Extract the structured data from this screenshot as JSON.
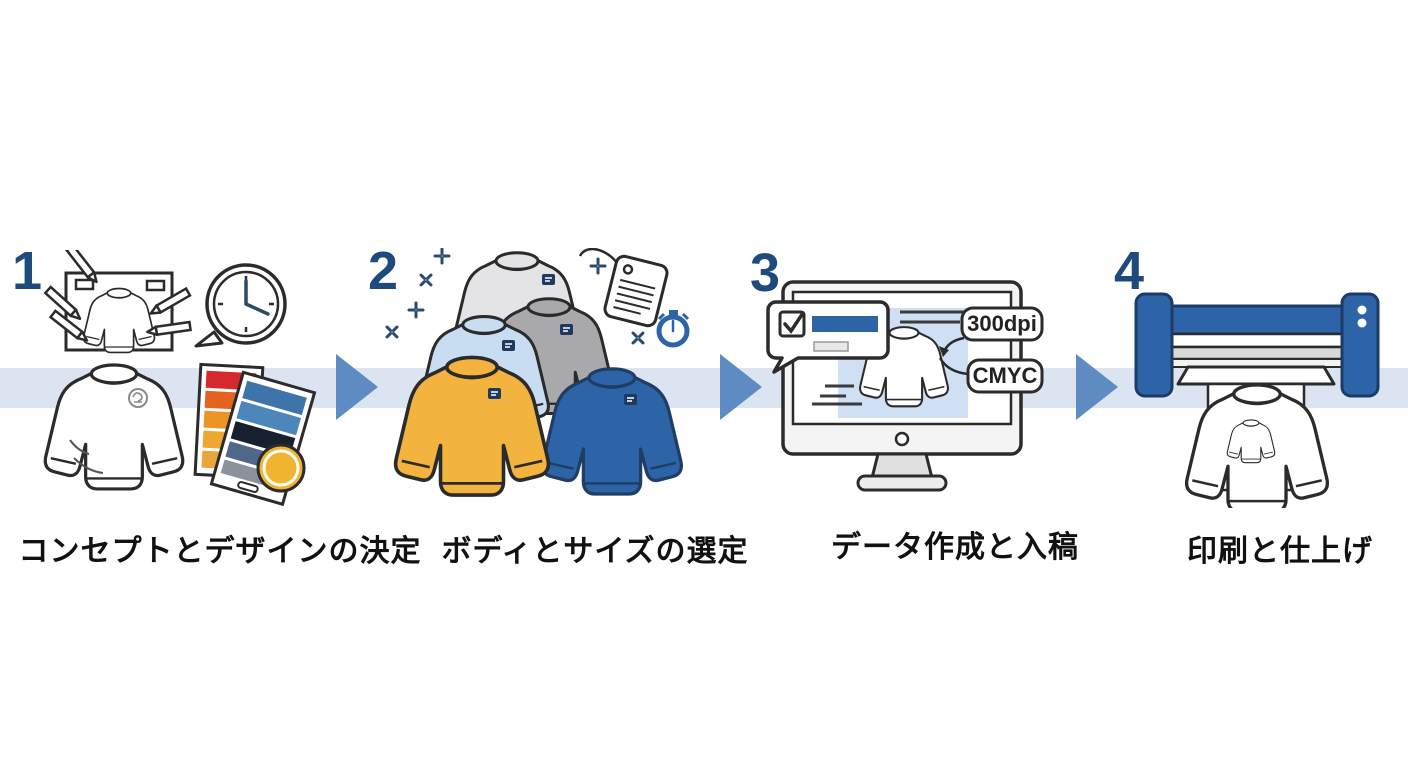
{
  "process": {
    "steps": [
      {
        "number": "1",
        "label": "コンセプトとデザインの決定"
      },
      {
        "number": "2",
        "label": "ボディとサイズの選定"
      },
      {
        "number": "3",
        "label": "データ作成と入稿",
        "screen_tags": {
          "dpi": "300dpi",
          "color_mode": "CMYC"
        }
      },
      {
        "number": "4",
        "label": "印刷と仕上げ"
      }
    ],
    "colors": {
      "band": "#dce3f1",
      "arrow": "#5d8bc2",
      "step_number": "#1f4a7d",
      "royal_blue": "#2d64a8",
      "yellow": "#f2b43e",
      "light_blue": "#c8ddf2",
      "light_gray": "#e4e4e6",
      "mid_gray": "#a9a9ab",
      "outline": "#2b2b2b"
    }
  }
}
